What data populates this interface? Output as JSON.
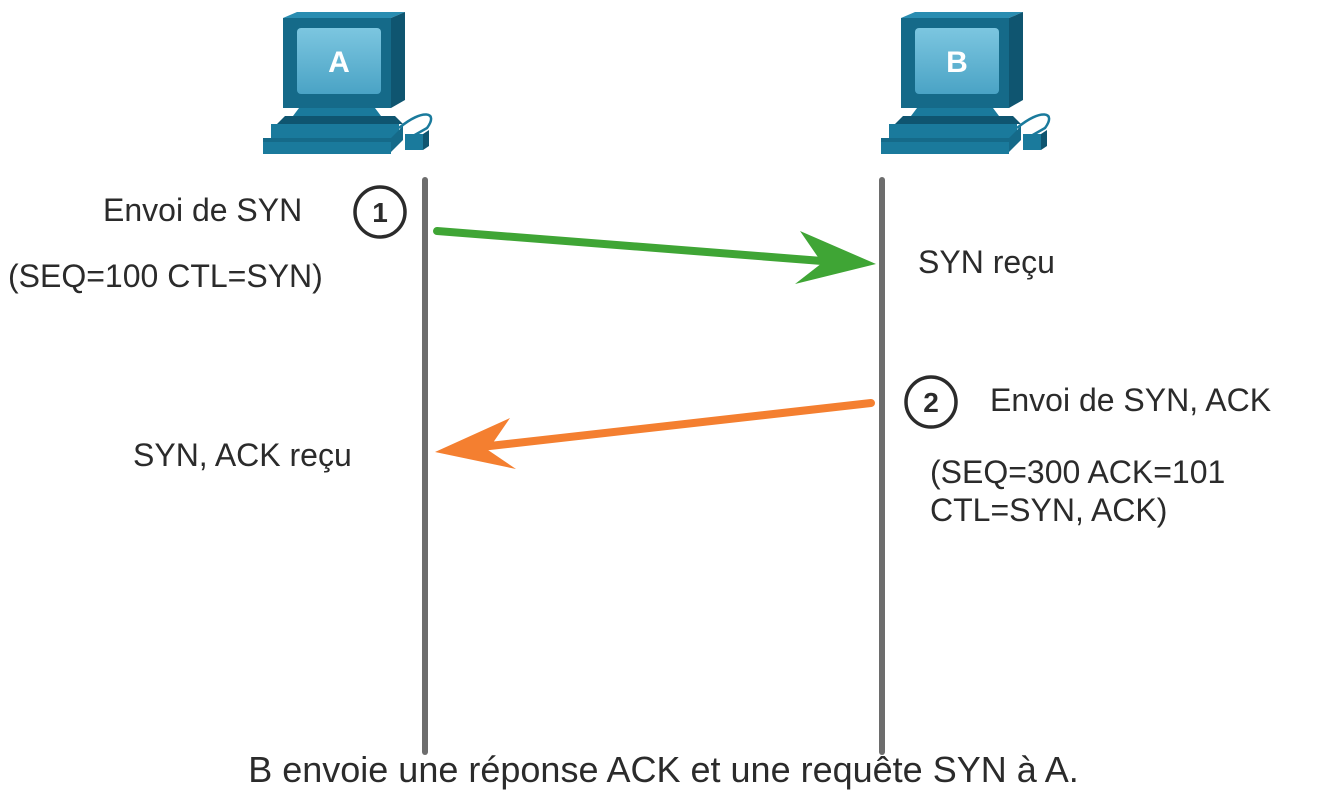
{
  "hosts": [
    {
      "id": "A",
      "label": "A"
    },
    {
      "id": "B",
      "label": "B"
    }
  ],
  "steps": [
    {
      "number": "1",
      "action": "Envoi de SYN",
      "detail": "(SEQ=100 CTL=SYN)",
      "received": "SYN reçu",
      "direction": "A-to-B",
      "arrow_color": "#3fa535"
    },
    {
      "number": "2",
      "action": "Envoi de SYN, ACK",
      "detail_lines": [
        "(SEQ=300 ACK=101",
        "CTL=SYN, ACK)"
      ],
      "received": "SYN, ACK reçu",
      "direction": "B-to-A",
      "arrow_color": "#f47f30"
    }
  ],
  "caption": "B envoie une réponse ACK et une requête SYN à A.",
  "colors": {
    "timeline": "#6d6d6d",
    "computer_body": "#1a7a9c",
    "computer_screen": "#5fb4d4"
  },
  "icons": {
    "host": "computer-icon"
  }
}
